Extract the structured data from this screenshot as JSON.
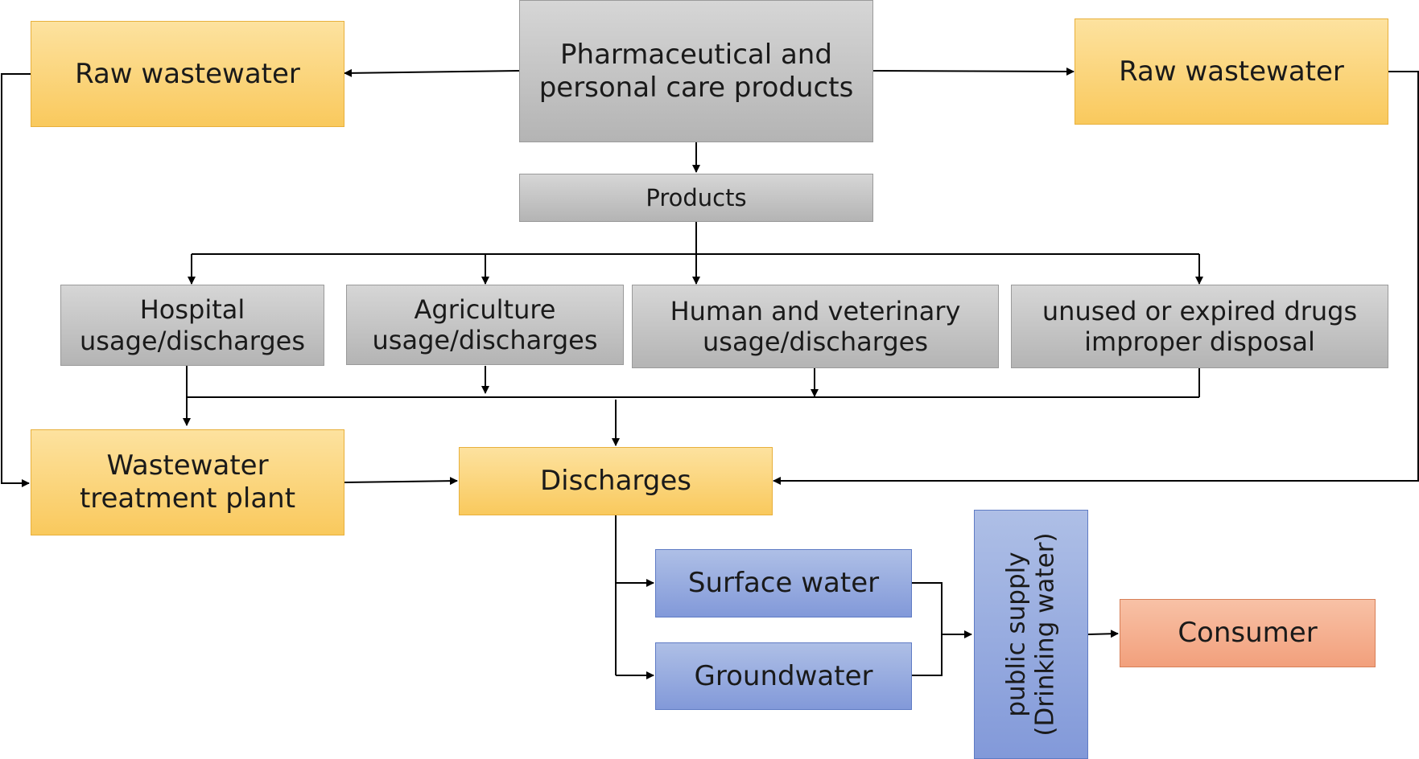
{
  "nodes": {
    "pharma": {
      "lines": [
        "Pharmaceutical and",
        "personal care products"
      ]
    },
    "raw_left": {
      "lines": [
        "Raw wastewater"
      ]
    },
    "raw_right": {
      "lines": [
        "Raw wastewater"
      ]
    },
    "products": {
      "lines": [
        "Products"
      ]
    },
    "hospital": {
      "lines": [
        "Hospital",
        "usage/discharges"
      ]
    },
    "agriculture": {
      "lines": [
        "Agriculture",
        "usage/discharges"
      ]
    },
    "human_vet": {
      "lines": [
        "Human and veterinary",
        "usage/discharges"
      ]
    },
    "unused_drugs": {
      "lines": [
        "unused or expired drugs",
        "improper disposal"
      ]
    },
    "wwtp": {
      "lines": [
        "Wastewater",
        "treatment plant"
      ]
    },
    "discharges": {
      "lines": [
        "Discharges"
      ]
    },
    "surface_water": {
      "lines": [
        "Surface water"
      ]
    },
    "groundwater": {
      "lines": [
        "Groundwater"
      ]
    },
    "public_supply": {
      "lines": [
        "public supply",
        "(Drinking water)"
      ]
    },
    "consumer": {
      "lines": [
        "Consumer"
      ]
    }
  },
  "colors": {
    "source": "#c4c4c4",
    "wastewater": "#fbd57a",
    "water_body": "#95abe0",
    "consumer": "#f5ad8d",
    "connector": "#000000"
  }
}
